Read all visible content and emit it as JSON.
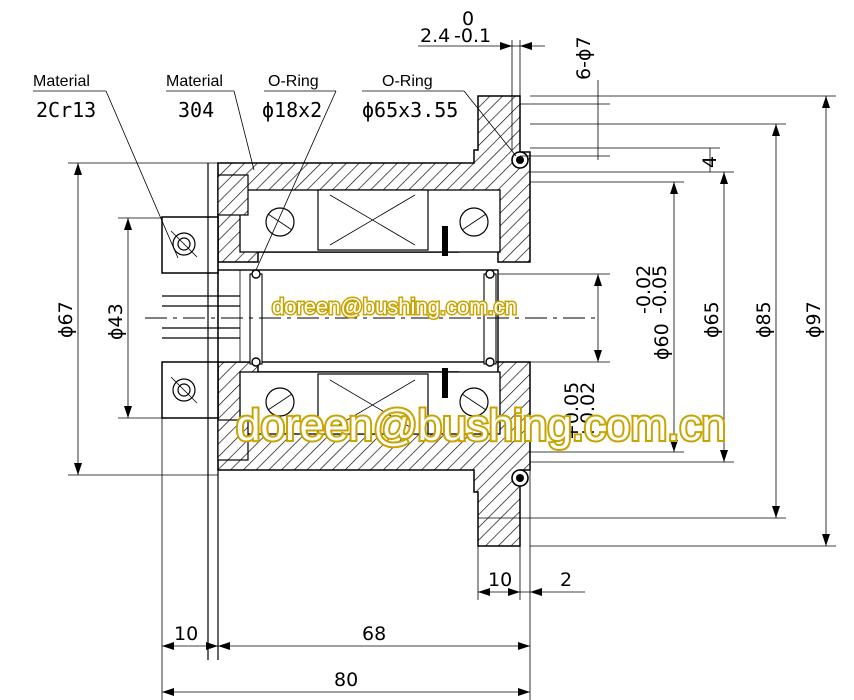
{
  "labels": {
    "material_1_title": "Material",
    "material_1_value": "2Cr13",
    "material_2_title": "Material",
    "material_2_value": "304",
    "oring_1_title": "O-Ring",
    "oring_1_value": "ϕ18x2",
    "oring_2_title": "O-Ring",
    "oring_2_value": "ϕ65x3.55"
  },
  "dimensions": {
    "flange_thickness_main": "2.4",
    "flange_thickness_tol_upper": "0",
    "flange_thickness_tol_lower": "-0.1",
    "holes": "6-ϕ7",
    "step_4": "4",
    "dia_67": "ϕ67",
    "dia_43": "ϕ43",
    "dia_60": "ϕ60",
    "dia_60_tol_upper": "-0.02",
    "dia_60_tol_lower": "-0.05",
    "dia_65": "ϕ65",
    "dia_85": "ϕ85",
    "dia_97": "ϕ97",
    "dia_lower_tol_upper": "+0.05",
    "dia_lower_tol_lower": "+0.02",
    "len_10_flange": "10",
    "len_2": "2",
    "len_10_left": "10",
    "len_68": "68",
    "len_80": "80"
  },
  "watermark": {
    "small": "doreen@bushing.com.cn",
    "large": "doreen@bushing.com.cn"
  }
}
